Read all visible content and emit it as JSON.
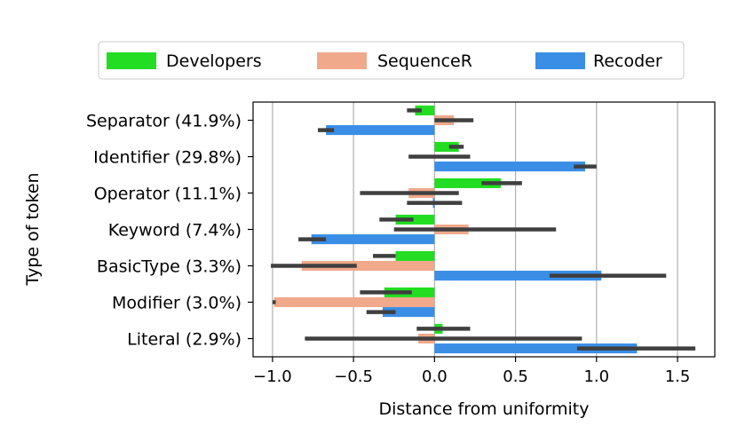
{
  "chart_data": {
    "type": "bar",
    "orientation": "horizontal",
    "xlabel": "Distance from uniformity",
    "ylabel": "Type of token",
    "xlim": [
      -1.12,
      1.73
    ],
    "xticks": [
      -1.0,
      -0.5,
      0.0,
      0.5,
      1.0,
      1.5
    ],
    "xtick_labels": [
      "−1.0",
      "−0.5",
      "0.0",
      "0.5",
      "1.0",
      "1.5"
    ],
    "grid": "vertical",
    "legend_position": "top",
    "categories": [
      "Separator (41.9%)",
      "Identifier (29.8%)",
      "Operator (11.1%)",
      "Keyword (7.4%)",
      "BasicType (3.3%)",
      "Modifier (3.0%)",
      "Literal (2.9%)"
    ],
    "series": [
      {
        "name": "Developers",
        "color": "#22dd22",
        "values": [
          -0.12,
          0.15,
          0.41,
          -0.24,
          -0.24,
          -0.31,
          0.05
        ],
        "errors": [
          [
            -0.17,
            -0.08
          ],
          [
            0.09,
            0.18
          ],
          [
            0.29,
            0.54
          ],
          [
            -0.34,
            -0.13
          ],
          [
            -0.38,
            -0.24
          ],
          [
            -0.46,
            -0.14
          ],
          [
            -0.11,
            0.22
          ]
        ]
      },
      {
        "name": "SequenceR",
        "color": "#f0a98a",
        "values": [
          0.12,
          0.0,
          -0.16,
          0.21,
          -0.82,
          -0.99,
          -0.1
        ],
        "errors": [
          [
            0.0,
            0.24
          ],
          [
            -0.16,
            0.22
          ],
          [
            -0.46,
            0.15
          ],
          [
            -0.25,
            0.75
          ],
          [
            -1.01,
            -0.48
          ],
          [
            -1.0,
            -0.98
          ],
          [
            -0.8,
            0.91
          ]
        ]
      },
      {
        "name": "Recoder",
        "color": "#3a8ee6",
        "values": [
          -0.67,
          0.93,
          -0.01,
          -0.76,
          1.03,
          -0.32,
          1.25
        ],
        "errors": [
          [
            -0.72,
            -0.62
          ],
          [
            0.86,
            1.0
          ],
          [
            -0.17,
            0.17
          ],
          [
            -0.84,
            -0.67
          ],
          [
            0.71,
            1.43
          ],
          [
            -0.42,
            -0.24
          ],
          [
            0.88,
            1.61
          ]
        ]
      }
    ]
  }
}
